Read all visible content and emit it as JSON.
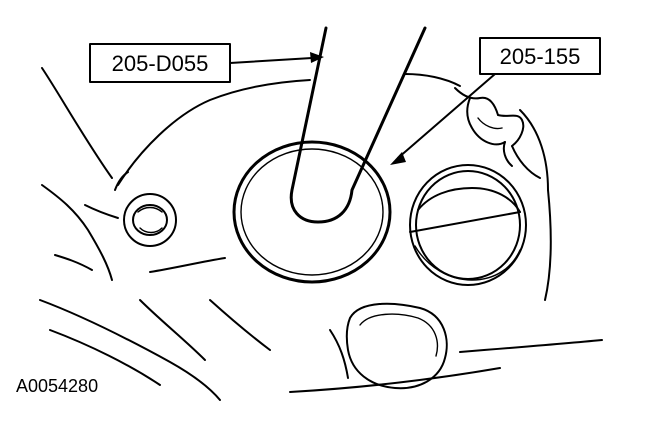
{
  "diagram": {
    "callouts": {
      "tool_left": "205-D055",
      "tool_right": "205-155"
    },
    "reference": "A0054280",
    "colors": {
      "line": "#000000",
      "background": "#ffffff"
    }
  }
}
